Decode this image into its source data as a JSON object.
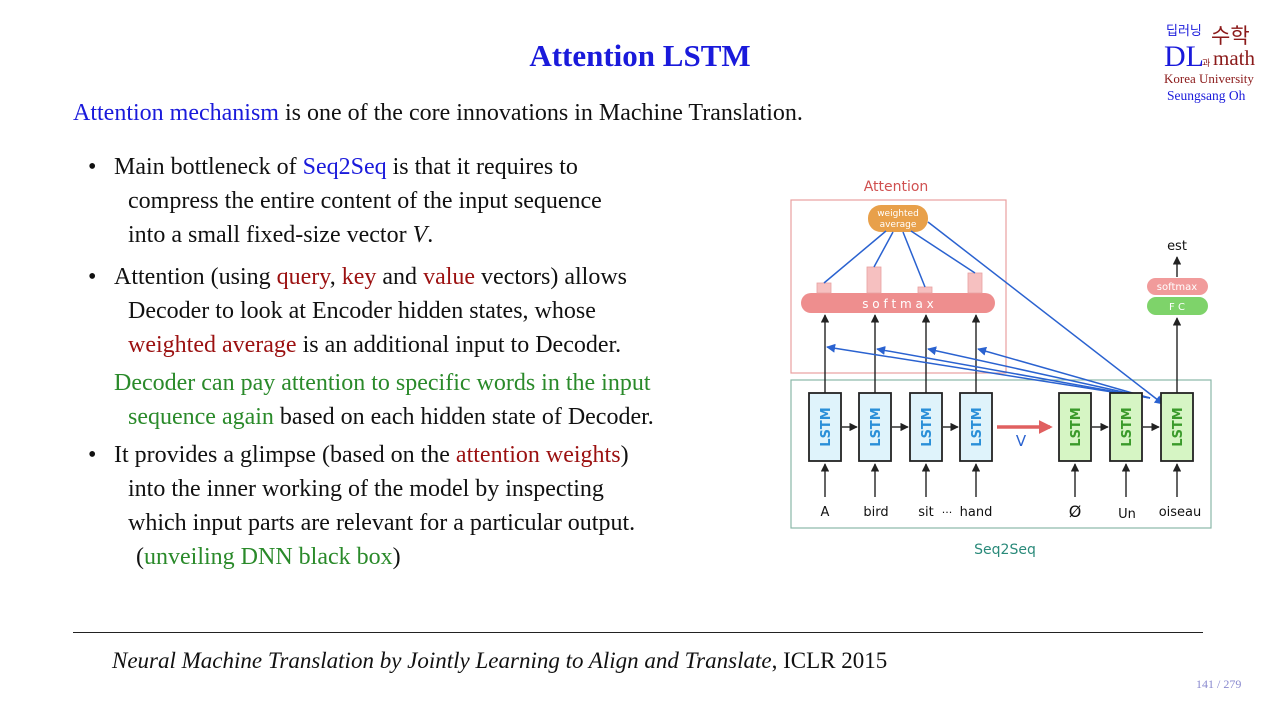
{
  "title": "Attention LSTM",
  "logo": {
    "korean_top_left": "딥러닝",
    "korean_top_right": "수학",
    "dl": "DL",
    "korean_small": "과",
    "math": "math",
    "university": "Korea University",
    "author": "Seungsang Oh"
  },
  "intro": {
    "highlight": "Attention mechanism",
    "rest": " is one of the core innovations in Machine Translation."
  },
  "bullet1": {
    "l1a": "Main bottleneck of ",
    "l1b": "Seq2Seq",
    "l1c": " is that it requires to",
    "l2": "compress the entire content of the input sequence",
    "l3a": "into a small fixed-size vector ",
    "l3b": "V",
    "l3c": "."
  },
  "bullet2": {
    "l1a": "Attention (using ",
    "query": "query",
    "comma": ", ",
    "key": "key",
    "and": " and ",
    "value": "value",
    "l1b": " vectors) allows",
    "l2": "Decoder to look at Encoder hidden states, whose",
    "l3a": "weighted average",
    "l3b": " is an additional input to Decoder."
  },
  "note": {
    "l1": "Decoder can pay attention to specific words in the input",
    "l2a": "sequence again",
    "l2b": " based on each hidden state of Decoder."
  },
  "bullet3": {
    "l1a": "It provides a glimpse (based on the ",
    "l1b": "attention weights",
    "l1c": ")",
    "l2": "into the inner working of the model by inspecting",
    "l3": "which input parts are relevant for a particular output.",
    "l4a": "(",
    "l4b": "unveiling DNN black box",
    "l4c": ")"
  },
  "bullet_symbol": "•",
  "reference": {
    "italic": "Neural Machine Translation by Jointly Learning to Align and Translate",
    "rest": ", ICLR 2015"
  },
  "page": "141 / 279",
  "diagram": {
    "attention_label": "Attention",
    "weighted_average": [
      "weighted",
      "average"
    ],
    "softmax_bar": "s o f t m a x",
    "cell_label": "LSTM",
    "vector_label": "V",
    "output_word": "est",
    "out_softmax": "softmax",
    "out_fc": "F C",
    "encoder_inputs": [
      "A",
      "bird",
      "sit",
      "hand"
    ],
    "ellipsis": "···",
    "decoder_inputs": [
      "Ø",
      "Un",
      "oiseau"
    ],
    "seq2seq_label": "Seq2Seq",
    "colors": {
      "encoder_fill": "#dff3fb",
      "encoder_text": "#2a8fd8",
      "decoder_fill": "#d6f5c4",
      "decoder_text": "#3a9a2a",
      "attention_border": "#e8a0a0",
      "attention_label": "#d05050",
      "softmax_bar": "#ee8e8e",
      "weighted_avg": "#e8a04a",
      "arrow_blue": "#2a62d0",
      "v_arrow": "#e06060",
      "seq2seq_border": "#8ab8a8",
      "seq2seq_label": "#2a8a7a",
      "fc": "#7ed36a"
    }
  }
}
